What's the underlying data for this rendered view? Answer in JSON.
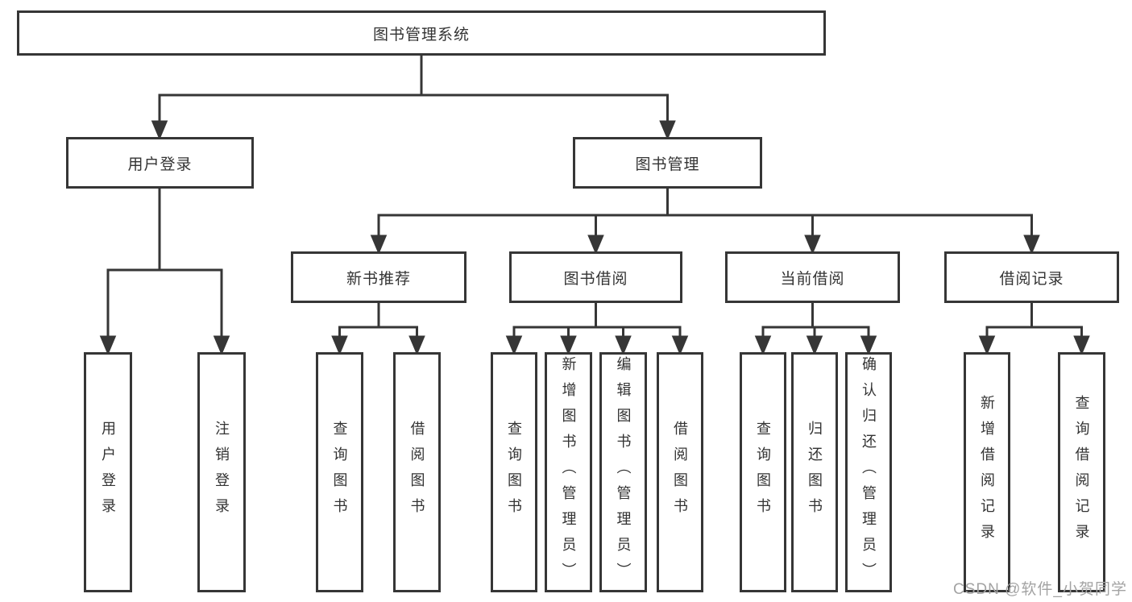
{
  "colors": {
    "line": "#363636",
    "text": "#333333",
    "watermark": "#a3a3a3",
    "background": "#ffffff"
  },
  "watermark": {
    "text": "CSDN @软件_小贺同学"
  },
  "tree": {
    "root": {
      "label": "图书管理系统"
    },
    "branches": [
      {
        "label": "用户登录",
        "children": [
          {
            "label": "用户登录"
          },
          {
            "label": "注销登录"
          }
        ]
      },
      {
        "label": "图书管理",
        "children": [
          {
            "label": "新书推荐",
            "children": [
              {
                "label": "查询图书"
              },
              {
                "label": "借阅图书"
              }
            ]
          },
          {
            "label": "图书借阅",
            "children": [
              {
                "label": "查询图书"
              },
              {
                "label": "新增图书（管理员）"
              },
              {
                "label": "编辑图书（管理员）"
              },
              {
                "label": "借阅图书"
              }
            ]
          },
          {
            "label": "当前借阅",
            "children": [
              {
                "label": "查询图书"
              },
              {
                "label": "归还图书"
              },
              {
                "label": "确认归还（管理员）"
              }
            ]
          },
          {
            "label": "借阅记录",
            "children": [
              {
                "label": "新增借阅记录"
              },
              {
                "label": "查询借阅记录"
              }
            ]
          }
        ]
      }
    ]
  }
}
